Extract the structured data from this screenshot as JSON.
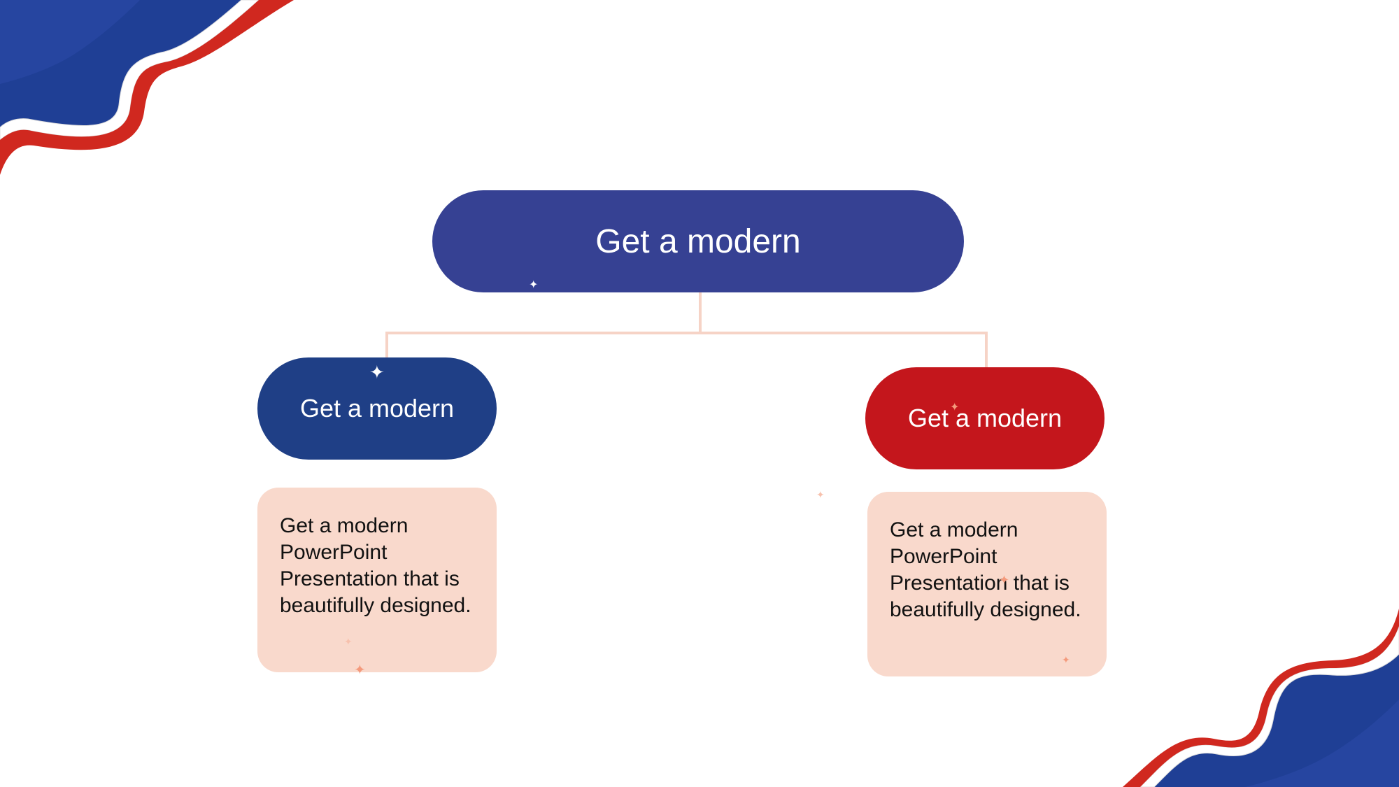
{
  "diagram": {
    "root": {
      "label": "Get a modern"
    },
    "children": [
      {
        "label": "Get a modern",
        "description": "Get a modern PowerPoint Presentation that is beautifully designed."
      },
      {
        "label": "Get a modern",
        "description": "Get a modern PowerPoint Presentation that is beautifully designed."
      }
    ]
  },
  "colors": {
    "root_fill": "#364193",
    "left_fill": "#1f3f86",
    "right_fill": "#c4161c",
    "description_fill": "#f9d9cc",
    "connector": "#f6d3c6",
    "ribbon_blue": "#1f3f95",
    "ribbon_red": "#d0281f"
  },
  "icons": {
    "sparkle": "four-point-star-icon",
    "ribbon": "tricolor-ribbon-icon"
  }
}
